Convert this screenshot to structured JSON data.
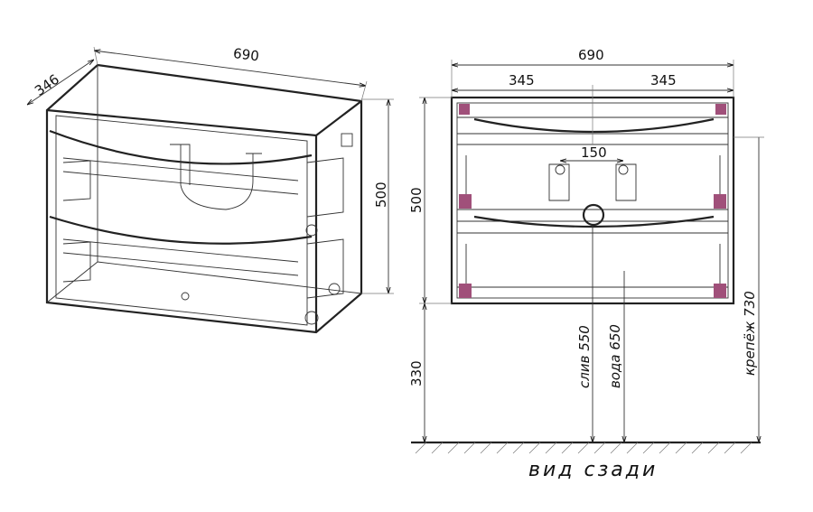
{
  "left_view": {
    "width_label": "690",
    "depth_label": "346",
    "height_label": "500"
  },
  "rear_view": {
    "width_label": "690",
    "half_left_label": "345",
    "half_right_label": "345",
    "mount_spacing_label": "150",
    "height_label": "500",
    "floor_gap_label": "330",
    "drain_label": "слив 550",
    "water_label": "вода 650",
    "fastener_label": "крепёж 730",
    "caption": "вид сзади"
  },
  "colors": {
    "line": "#222222",
    "fitting": "#a0507a"
  }
}
